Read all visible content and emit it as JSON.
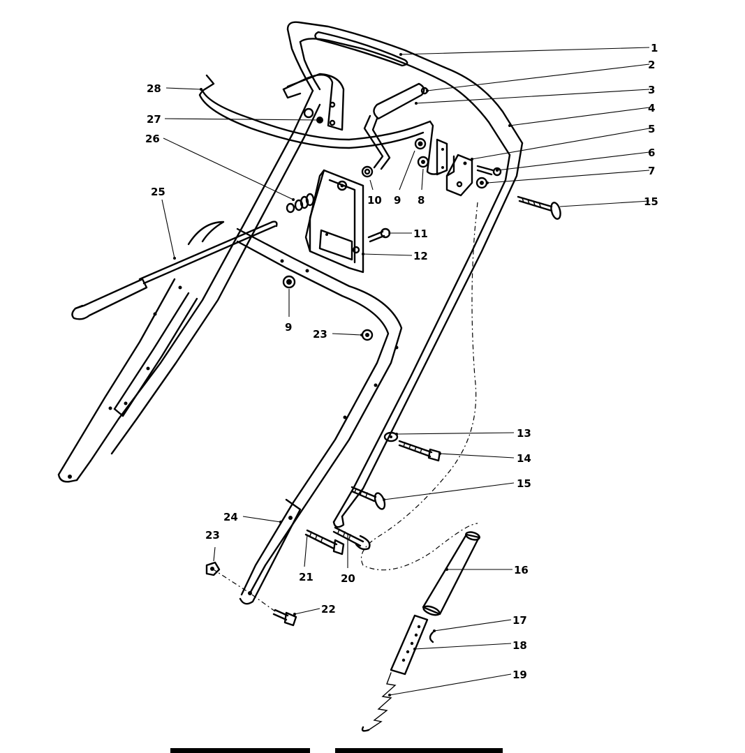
{
  "callouts": [
    {
      "id": "c1",
      "text": "1"
    },
    {
      "id": "c2",
      "text": "2"
    },
    {
      "id": "c3",
      "text": "3"
    },
    {
      "id": "c4",
      "text": "4"
    },
    {
      "id": "c5",
      "text": "5"
    },
    {
      "id": "c6",
      "text": "6"
    },
    {
      "id": "c7",
      "text": "7"
    },
    {
      "id": "c15a",
      "text": "15"
    },
    {
      "id": "c28",
      "text": "28"
    },
    {
      "id": "c27",
      "text": "27"
    },
    {
      "id": "c26",
      "text": "26"
    },
    {
      "id": "c25",
      "text": "25"
    },
    {
      "id": "c10",
      "text": "10"
    },
    {
      "id": "c9a",
      "text": "9"
    },
    {
      "id": "c8",
      "text": "8"
    },
    {
      "id": "c11",
      "text": "11"
    },
    {
      "id": "c12",
      "text": "12"
    },
    {
      "id": "c9b",
      "text": "9"
    },
    {
      "id": "c23a",
      "text": "23"
    },
    {
      "id": "c13",
      "text": "13"
    },
    {
      "id": "c14",
      "text": "14"
    },
    {
      "id": "c15b",
      "text": "15"
    },
    {
      "id": "c24",
      "text": "24"
    },
    {
      "id": "c23b",
      "text": "23"
    },
    {
      "id": "c21",
      "text": "21"
    },
    {
      "id": "c20",
      "text": "20"
    },
    {
      "id": "c16",
      "text": "16"
    },
    {
      "id": "c22",
      "text": "22"
    },
    {
      "id": "c17",
      "text": "17"
    },
    {
      "id": "c18",
      "text": "18"
    },
    {
      "id": "c19",
      "text": "19"
    }
  ]
}
